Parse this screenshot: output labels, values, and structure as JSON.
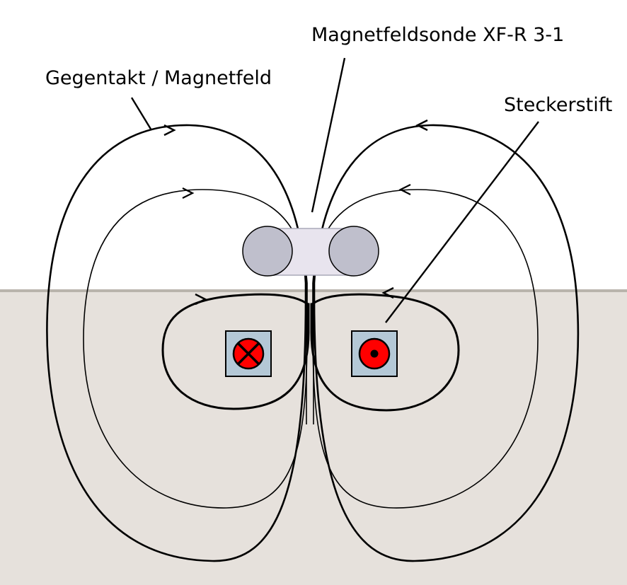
{
  "labels": {
    "field": "Gegentakt / Magnetfeld",
    "probe": "Magnetfeldsonde XF-R 3-1",
    "pin": "Steckerstift"
  },
  "colors": {
    "background": "#ffffff",
    "ground": "#e6e1dc",
    "ground_edge": "#b9b4ac",
    "field_line": "#000000",
    "probe_body": "#bfbfcc",
    "probe_bridge": "#e8e4ee",
    "pin_box": "#b4c8d6",
    "current_circle": "#ff0000"
  },
  "conductors": [
    {
      "symbol": "into-page-cross",
      "meaning": "current into page"
    },
    {
      "symbol": "out-of-page-dot",
      "meaning": "current out of page"
    }
  ]
}
